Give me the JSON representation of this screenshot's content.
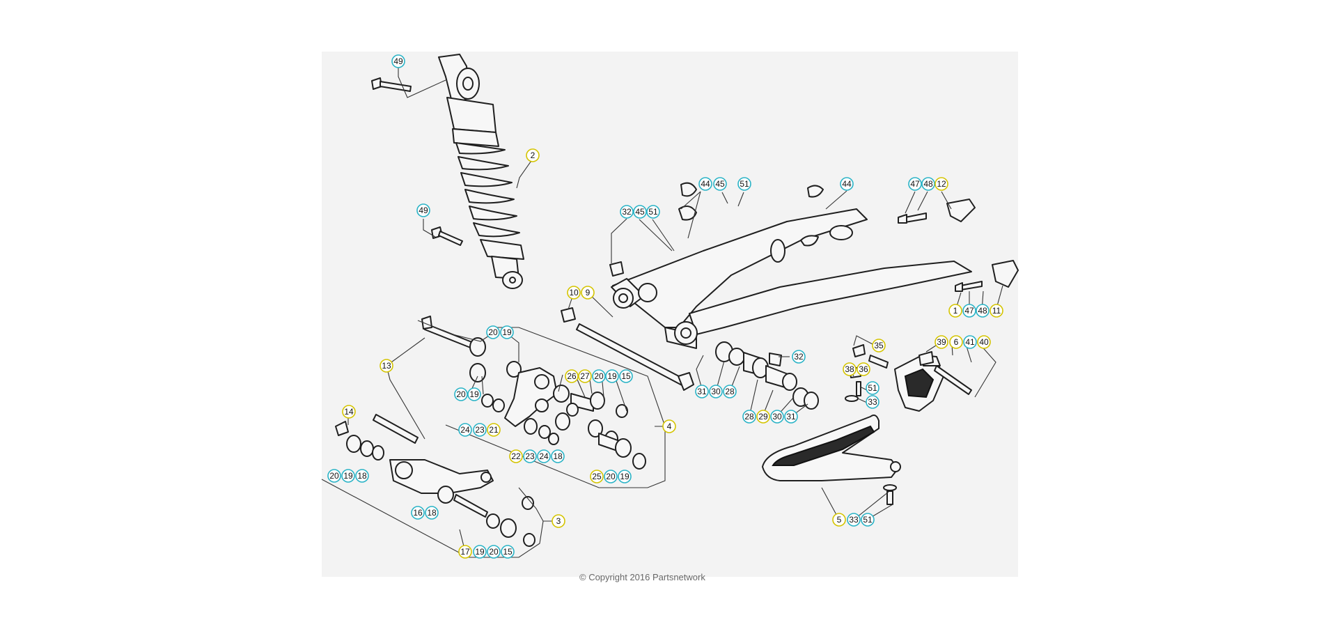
{
  "diagram": {
    "type": "exploded-parts-view",
    "colors": {
      "panel_bg": "#f3f3f3",
      "yellow_callout": "#d4c400",
      "cyan_callout": "#2ab3c6",
      "line": "#222222"
    }
  },
  "callouts": {
    "c01": "49",
    "c02": "2",
    "c03": "49",
    "c04": "32",
    "c05": "45",
    "c06": "51",
    "c07": "44",
    "c08": "45",
    "c09": "51",
    "c10": "44",
    "c11": "47",
    "c12": "48",
    "c13": "12",
    "c14": "1",
    "c15": "47",
    "c16": "48",
    "c17": "11",
    "c18": "10",
    "c19": "9",
    "c20": "20",
    "c21": "19",
    "c22": "13",
    "c23": "20",
    "c24": "19",
    "c25": "26",
    "c26": "27",
    "c27": "20",
    "c28": "19",
    "c29": "15",
    "c30": "24",
    "c31": "23",
    "c32": "21",
    "c33": "4",
    "c34": "22",
    "c35": "23",
    "c36": "24",
    "c37": "18",
    "c38": "25",
    "c39": "20",
    "c40": "19",
    "c41": "14",
    "c42": "20",
    "c43": "19",
    "c44": "18",
    "c45": "16",
    "c46": "18",
    "c47": "3",
    "c48": "17",
    "c49": "19",
    "c50": "20",
    "c51": "15",
    "c52": "32",
    "c53": "31",
    "c54": "30",
    "c55": "28",
    "c56": "28",
    "c57": "29",
    "c58": "30",
    "c59": "31",
    "c60": "35",
    "c61": "39",
    "c62": "6",
    "c63": "41",
    "c64": "40",
    "c65": "38",
    "c66": "36",
    "c67": "51",
    "c68": "33",
    "c69": "5",
    "c70": "33",
    "c71": "51"
  },
  "footer": {
    "copyright": "© Copyright 2016 Partsnetwork"
  }
}
